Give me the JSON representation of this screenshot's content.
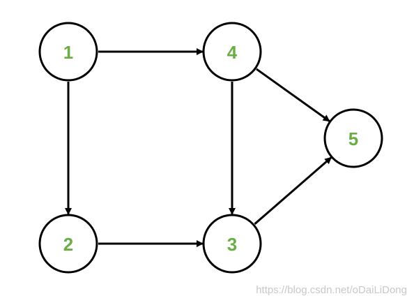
{
  "diagram": {
    "node_label_color": "#6aad45",
    "line_color": "#000000",
    "nodes": [
      {
        "id": "1",
        "label": "1"
      },
      {
        "id": "2",
        "label": "2"
      },
      {
        "id": "3",
        "label": "3"
      },
      {
        "id": "4",
        "label": "4"
      },
      {
        "id": "5",
        "label": "5"
      }
    ],
    "edges": [
      {
        "from": "1",
        "to": "4"
      },
      {
        "from": "1",
        "to": "2"
      },
      {
        "from": "2",
        "to": "3"
      },
      {
        "from": "4",
        "to": "3"
      },
      {
        "from": "4",
        "to": "5"
      },
      {
        "from": "3",
        "to": "5"
      }
    ]
  },
  "watermark": {
    "text": "https://blog.csdn.net/oDaiLiDong"
  }
}
